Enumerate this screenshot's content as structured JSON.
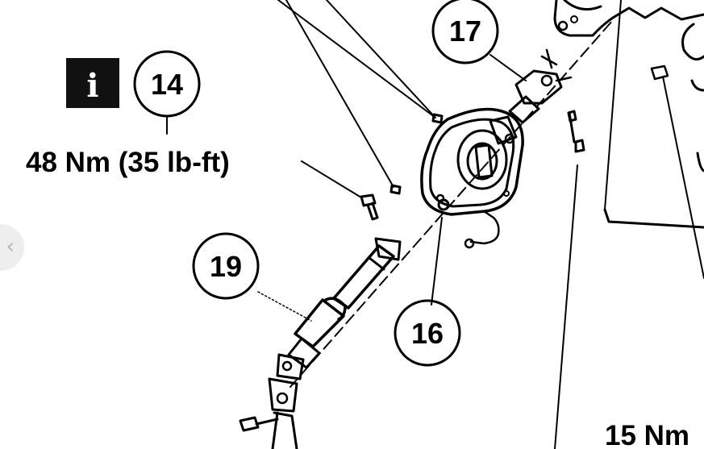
{
  "info_badge": {
    "letter": "i",
    "icon": "info-icon",
    "background": "#111111"
  },
  "callouts": {
    "c14": "14",
    "c16": "16",
    "c17": "17",
    "c19": "19"
  },
  "torque": {
    "t14": "48 Nm (35 lb-ft)",
    "t_partial": "15 Nm"
  },
  "nav": {
    "prev_icon": "‹"
  }
}
